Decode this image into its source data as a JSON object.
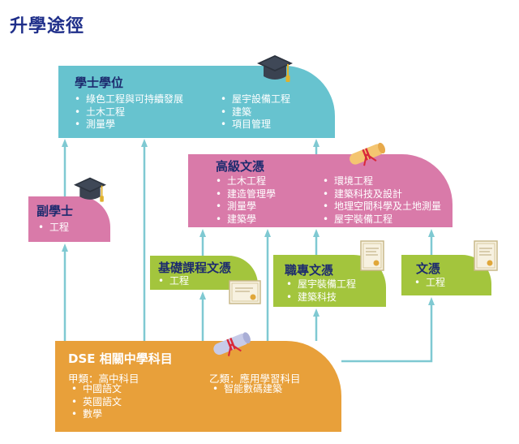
{
  "page": {
    "title": "升學途徑"
  },
  "bachelor": {
    "title": "學士學位",
    "left_items": [
      "綠色工程與可持續發展",
      "土木工程",
      "測量學"
    ],
    "right_items": [
      "屋宇設備工程",
      "建築",
      "項目管理"
    ]
  },
  "higher_diploma": {
    "title": "高級文憑",
    "left_items": [
      "土木工程",
      "建造管理學",
      "測量學",
      "建築學"
    ],
    "right_items": [
      "環境工程",
      "建築科技及設計",
      "地理空間科學及土地測量",
      "屋宇裝備工程"
    ]
  },
  "associate": {
    "title": "副學士",
    "items": [
      "工程"
    ]
  },
  "foundation": {
    "title": "基礎課程文憑",
    "items": [
      "工程"
    ]
  },
  "vocational": {
    "title": "職專文憑",
    "items": [
      "屋宇裝備工程",
      "建築科技"
    ]
  },
  "diploma": {
    "title": "文憑",
    "items": [
      "工程"
    ]
  },
  "dse": {
    "title": "DSE 相關中學科目",
    "category_a": {
      "label": "甲類：高中科目",
      "items": [
        "中國語文",
        "英國語文",
        "數學"
      ]
    },
    "category_b": {
      "label": "乙類：應用學習科目",
      "items": [
        "智能數碼建築"
      ]
    }
  },
  "colors": {
    "title": "#1f2f8a",
    "bachelor": "#67c3cf",
    "pink": "#d97aa9",
    "green": "#a3c53d",
    "dse": "#e8a03a",
    "text": "#1d2b6e"
  },
  "icons": [
    "graduation-cap-icon",
    "diploma-scroll-icon",
    "certificate-icon"
  ]
}
